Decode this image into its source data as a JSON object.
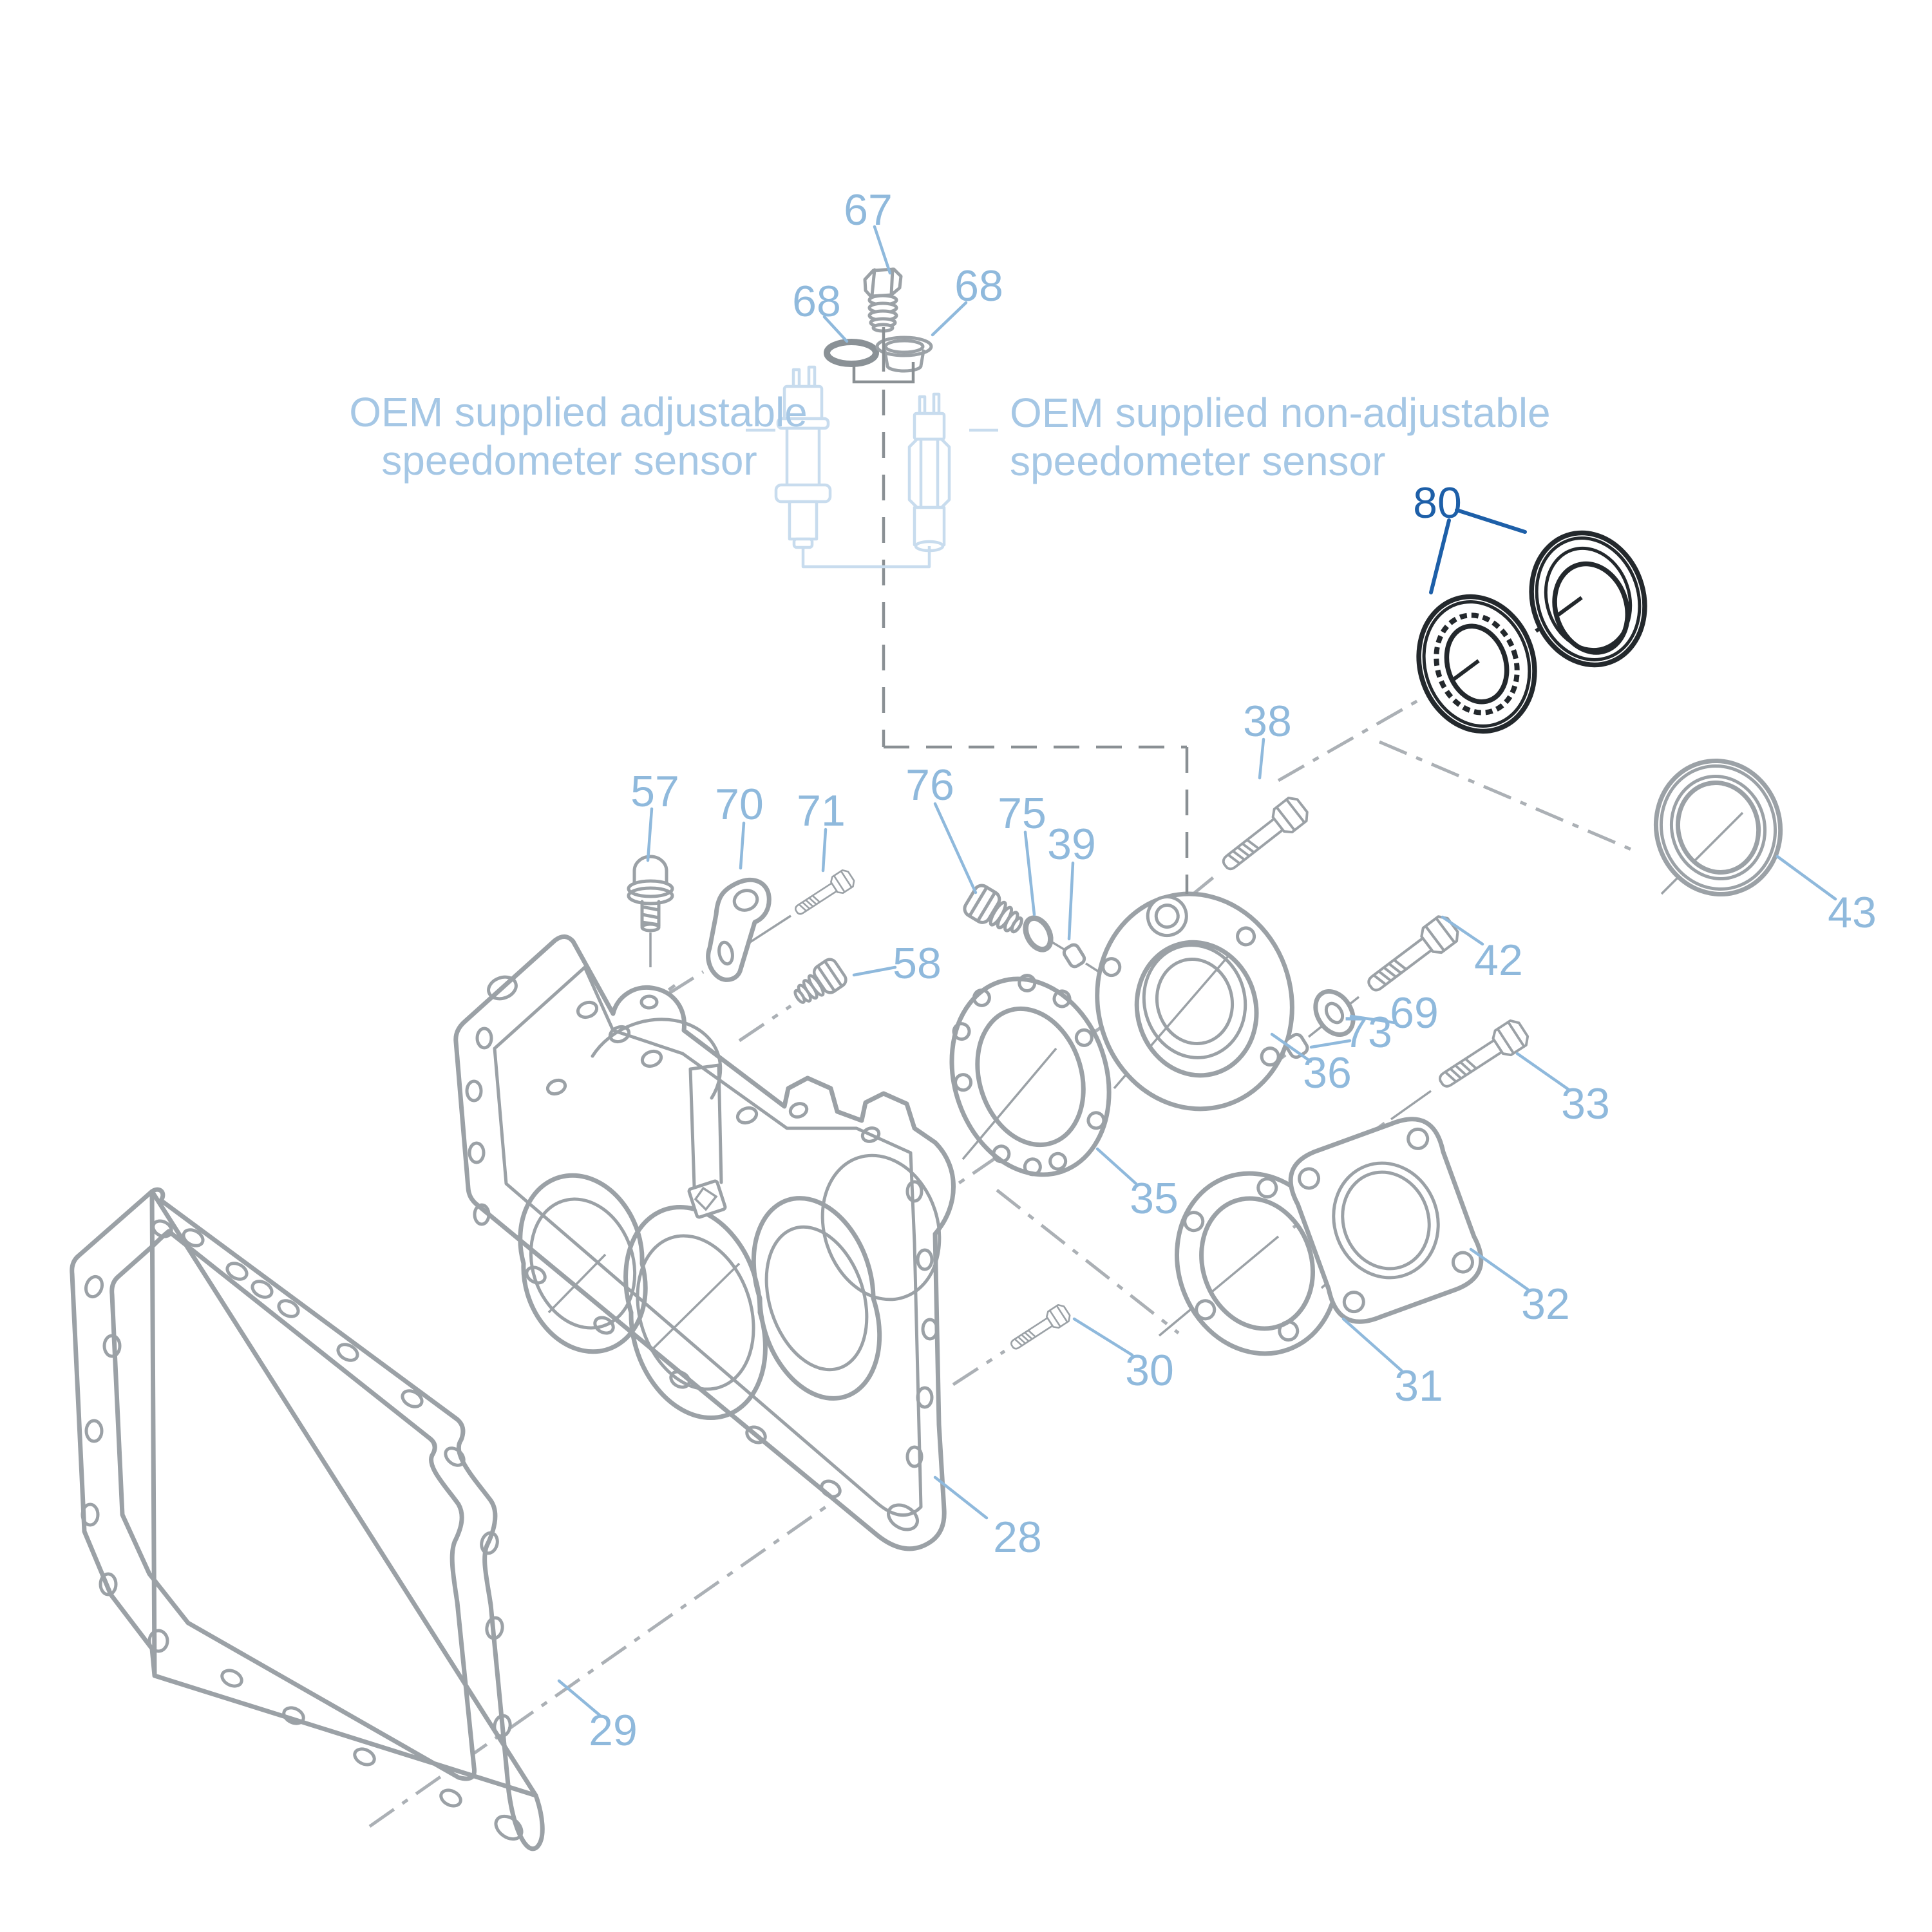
{
  "colors": {
    "label_blue": "#8fb9dc",
    "dark_blue": "#1d5fa8",
    "note_blue": "#a5c7e5",
    "part_gray": "#9ba1a6",
    "part_gray_dark": "#8a9196",
    "sensor_blue": "#c8dcee",
    "seal_black": "#23282c",
    "axis_gray": "#abb0b5",
    "background": "#ffffff"
  },
  "notes": {
    "adjustable": {
      "line1": "OEM supplied adjustable",
      "line2": "speedometer sensor"
    },
    "non_adjustable": {
      "line1": "OEM supplied non-adjustable",
      "line2": "speedometer sensor"
    }
  },
  "callouts": {
    "c67": "67",
    "c68a": "68",
    "c68b": "68",
    "c80": "80",
    "c38": "38",
    "c57": "57",
    "c70": "70",
    "c71": "71",
    "c76": "76",
    "c75": "75",
    "c39": "39",
    "c58": "58",
    "c42": "42",
    "c69": "69",
    "c73": "73",
    "c36": "36",
    "c35": "35",
    "c33": "33",
    "c43": "43",
    "c32": "32",
    "c31": "31",
    "c30": "30",
    "c28": "28",
    "c29": "29"
  }
}
